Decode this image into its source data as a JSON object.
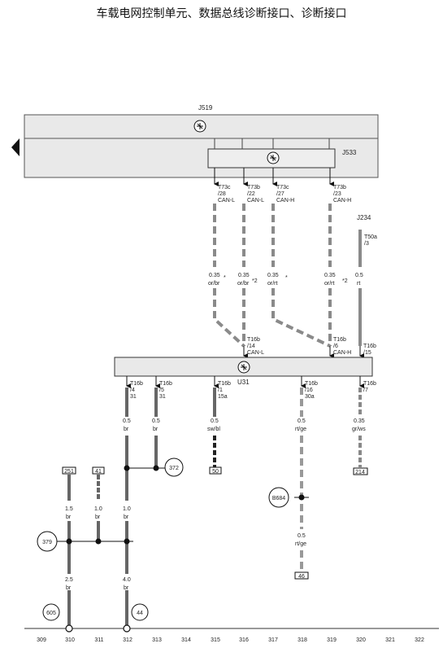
{
  "title": "车载电网控制单元、数据总线诊断接口、诊断接口",
  "components": {
    "j519": "J519",
    "j533": "J533",
    "j234": "J234",
    "u31": "U31"
  },
  "top_pins": [
    {
      "conn": "T73c",
      "pin": "/28",
      "sig": "CAN-L"
    },
    {
      "conn": "T73b",
      "pin": "/22",
      "sig": "CAN-L"
    },
    {
      "conn": "T73c",
      "pin": "/27",
      "sig": "CAN-H"
    },
    {
      "conn": "T73b",
      "pin": "/23",
      "sig": "CAN-H"
    }
  ],
  "j234_pin": {
    "conn": "T50a",
    "pin": "/3"
  },
  "mid_wires": [
    {
      "size": "0.35",
      "color": "or/br",
      "note": "*"
    },
    {
      "size": "0.35",
      "color": "or/br",
      "note": "*2"
    },
    {
      "size": "0.35",
      "color": "or/rt",
      "note": "*"
    },
    {
      "size": "0.35",
      "color": "or/rt",
      "note": "*2"
    },
    {
      "size": "0.5",
      "color": "rt",
      "note": ""
    }
  ],
  "u31_top_pins": [
    {
      "conn": "T16b",
      "pin": "/14",
      "sig": "CAN-L"
    },
    {
      "conn": "T16b",
      "pin": "/6",
      "sig": "CAN-H"
    },
    {
      "conn": "T16b",
      "pin": "/15",
      "sig": ""
    }
  ],
  "u31_bottom_pins": [
    {
      "conn": "T16b",
      "pin": "/4",
      "sig": "31"
    },
    {
      "conn": "T16b",
      "pin": "/5",
      "sig": "31"
    },
    {
      "conn": "T16b",
      "pin": "/1",
      "sig": "15a"
    },
    {
      "conn": "T16b",
      "pin": "/16",
      "sig": "30a"
    },
    {
      "conn": "T16b",
      "pin": "/7",
      "sig": ""
    }
  ],
  "low_wires": [
    {
      "size": "0.5",
      "color": "br"
    },
    {
      "size": "0.5",
      "color": "br"
    },
    {
      "size": "0.5",
      "color": "sw/bl"
    },
    {
      "size": "0.5",
      "color": "rt/ge"
    },
    {
      "size": "0.35",
      "color": "gr/ws"
    }
  ],
  "ref_boxes": {
    "r251": "251",
    "r41": "41",
    "r50": "50",
    "r214": "214",
    "r46": "46"
  },
  "circles": {
    "c372": "372",
    "c379": "379",
    "c605": "605",
    "c44": "44",
    "cB684": "B684"
  },
  "lower_wires": {
    "w1_5": {
      "size": "1.5",
      "color": "br"
    },
    "w1_0a": {
      "size": "1.0",
      "color": "br"
    },
    "w1_0b": {
      "size": "1.0",
      "color": "br"
    },
    "w2_5": {
      "size": "2.5",
      "color": "br"
    },
    "w4_0": {
      "size": "4.0",
      "color": "br"
    },
    "wrtge": {
      "size": "0.5",
      "color": "rt/ge"
    }
  },
  "scale": [
    "309",
    "310",
    "311",
    "312",
    "313",
    "314",
    "315",
    "316",
    "317",
    "318",
    "319",
    "320",
    "321",
    "322"
  ]
}
